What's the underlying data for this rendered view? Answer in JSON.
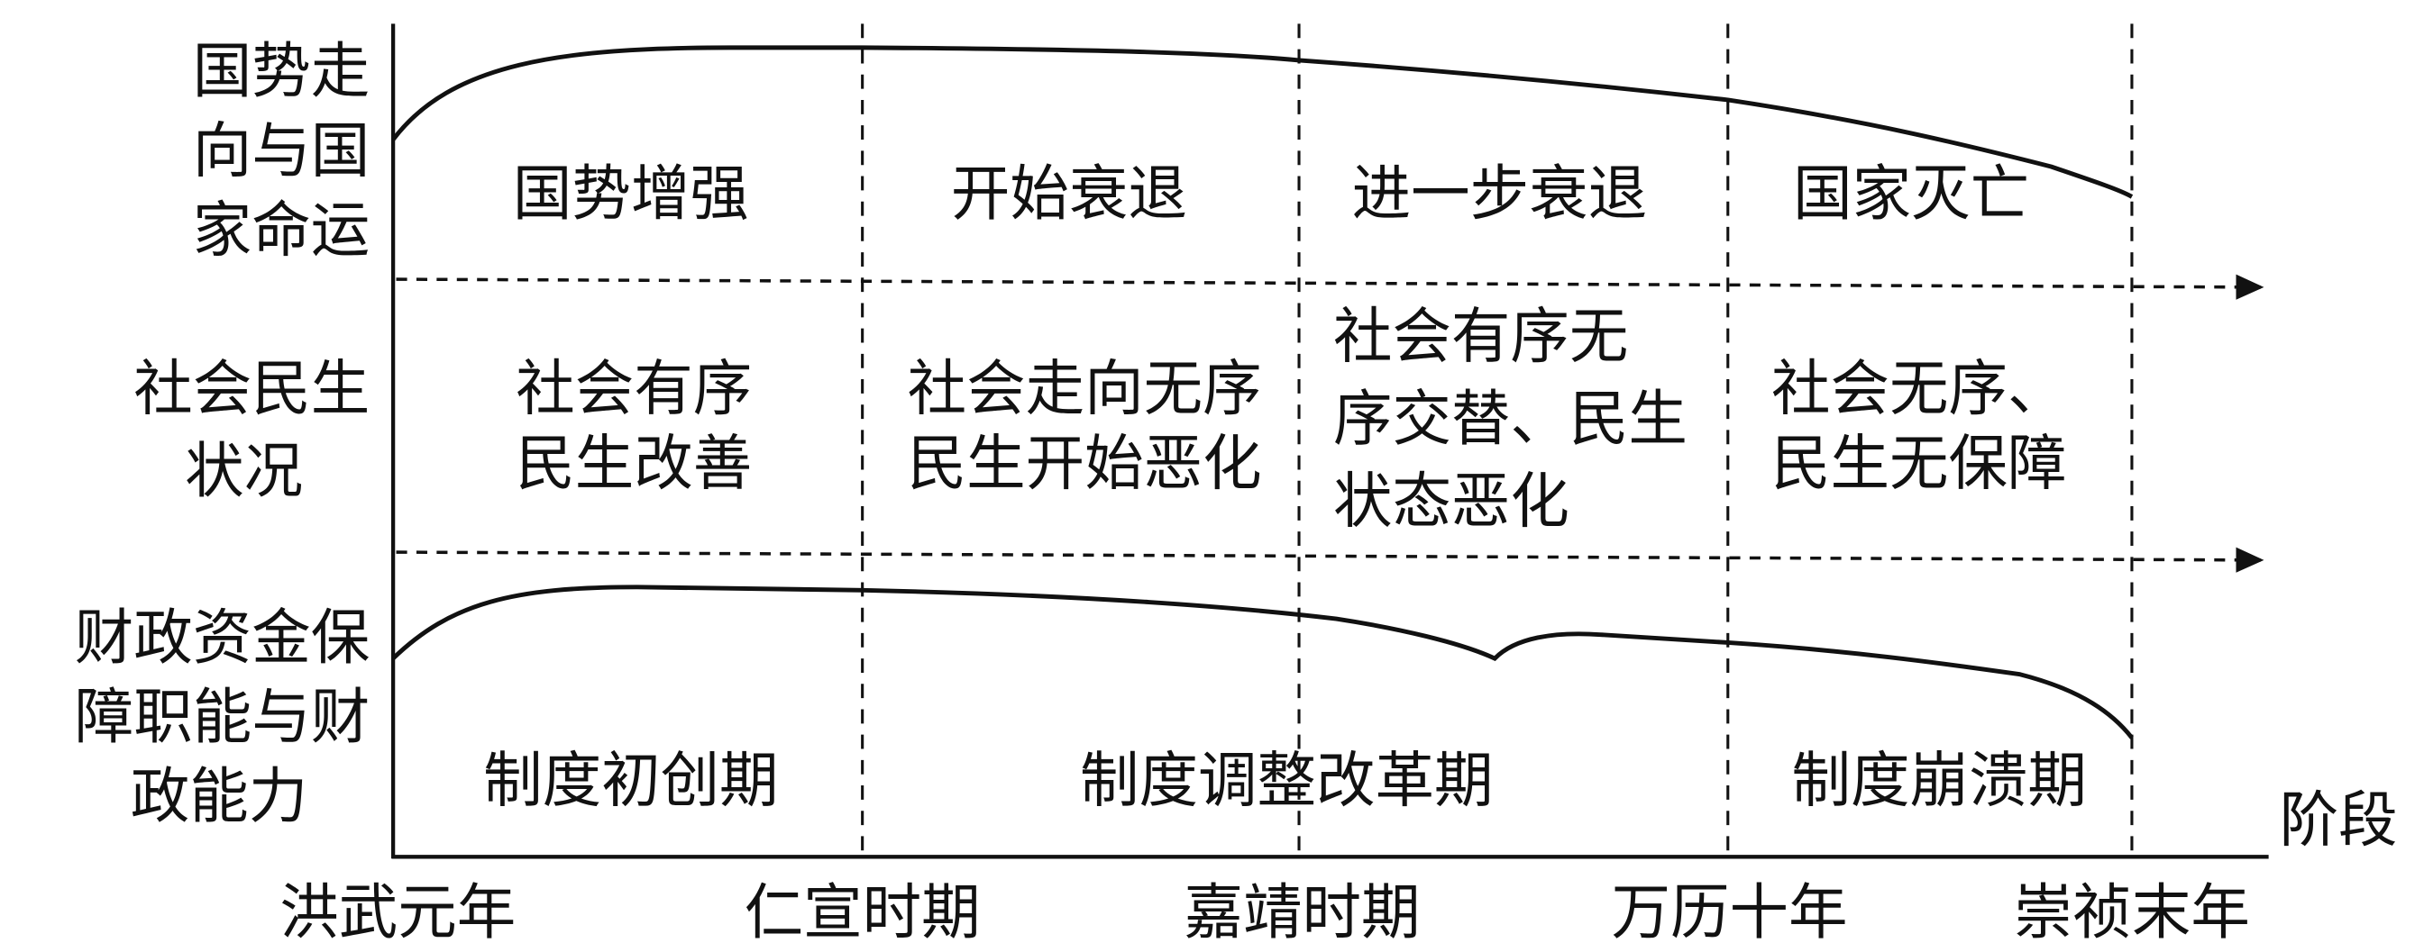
{
  "row_labels": {
    "national": [
      "国势走",
      "向与国",
      "家命运"
    ],
    "society": [
      "社会民生",
      "状况"
    ],
    "finance": [
      "财政资金保",
      "障职能与财",
      "政能力"
    ]
  },
  "national_stages": [
    "国势增强",
    "开始衰退",
    "进一步衰退",
    "国家灭亡"
  ],
  "society_stages": [
    [
      "社会有序",
      "民生改善"
    ],
    [
      "社会走向无序",
      "民生开始恶化"
    ],
    [
      "社会有序无",
      "序交替、民生",
      "状态恶化"
    ],
    [
      "社会无序、",
      "民生无保障"
    ]
  ],
  "finance_stages": [
    "制度初创期",
    "制度调整改革期",
    "制度崩溃期"
  ],
  "x_axis_label": "阶段",
  "x_ticks": [
    "洪武元年",
    "仁宣时期",
    "嘉靖时期",
    "万历十年",
    "崇祯末年"
  ]
}
